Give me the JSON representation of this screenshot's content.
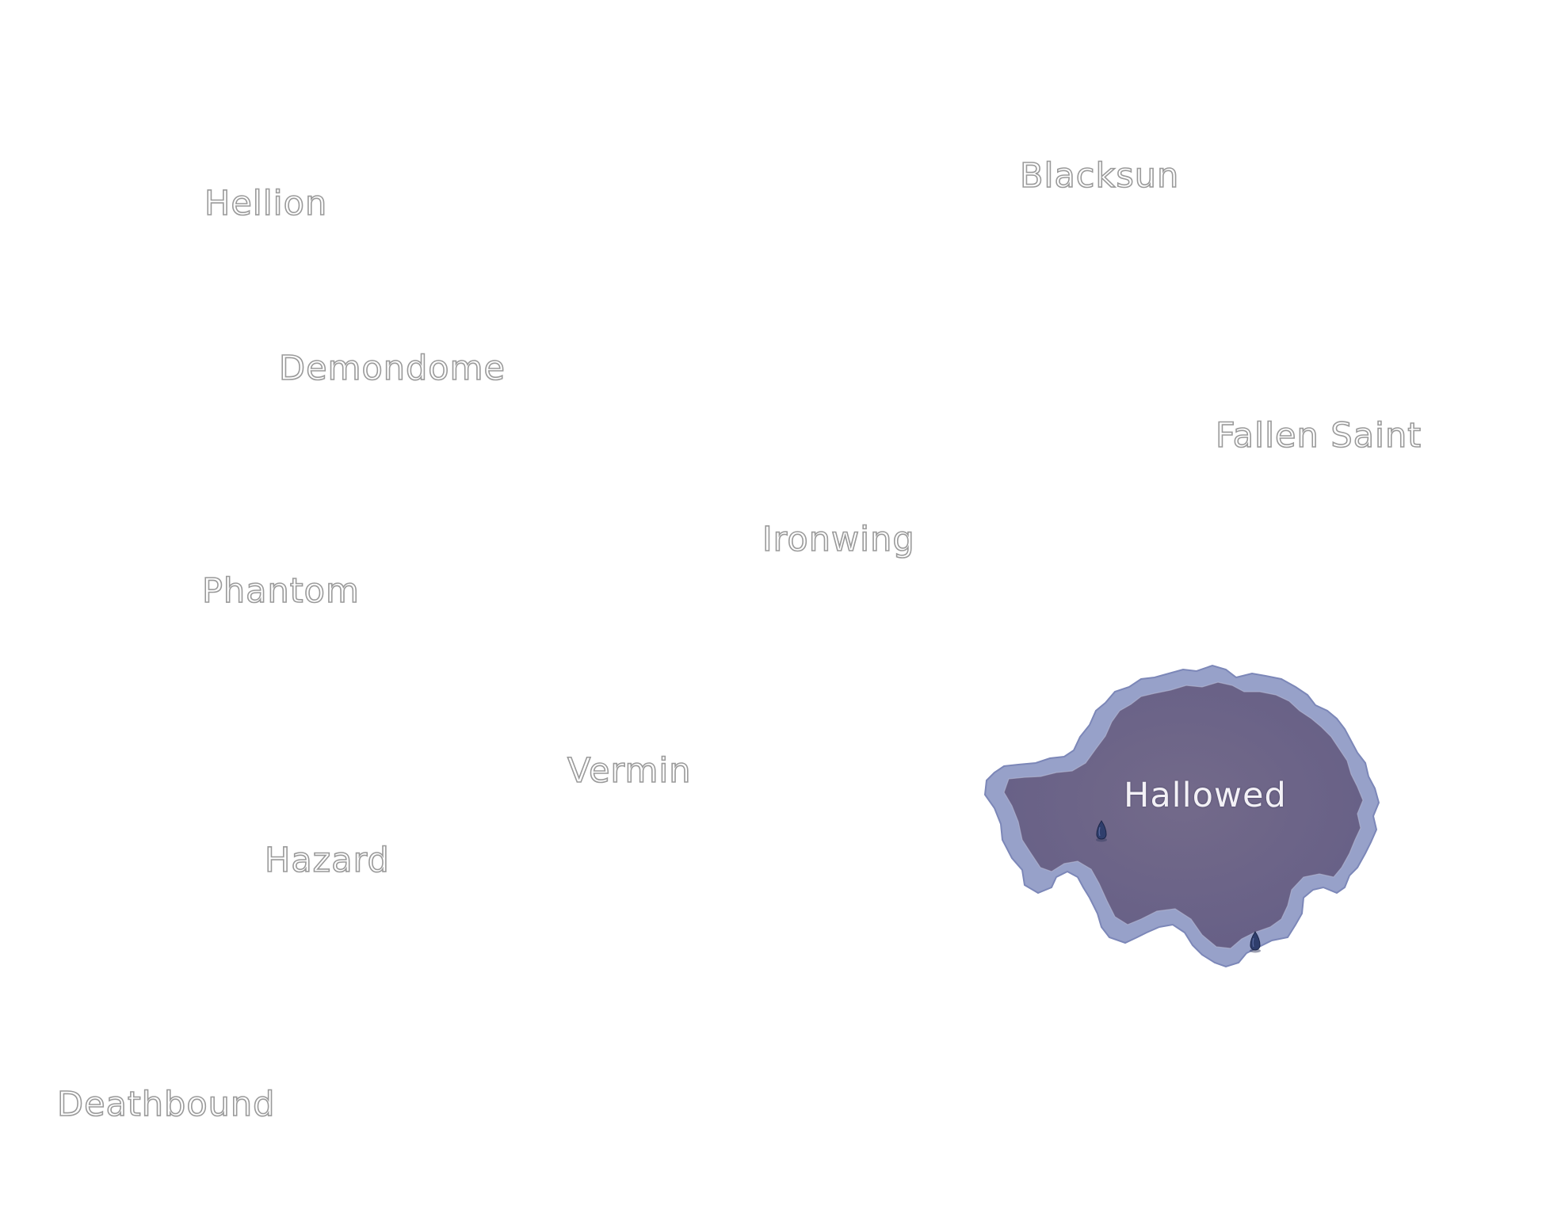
{
  "map": {
    "regions": [
      {
        "id": "hellion",
        "label": "Hellion"
      },
      {
        "id": "blacksun",
        "label": "Blacksun"
      },
      {
        "id": "demondome",
        "label": "Demondome"
      },
      {
        "id": "fallen-saint",
        "label": "Fallen Saint"
      },
      {
        "id": "ironwing",
        "label": "Ironwing"
      },
      {
        "id": "phantom",
        "label": "Phantom"
      },
      {
        "id": "vermin",
        "label": "Vermin"
      },
      {
        "id": "hazard",
        "label": "Hazard"
      },
      {
        "id": "deathbound",
        "label": "Deathbound"
      }
    ],
    "controlled_region": {
      "id": "hallowed",
      "label": "Hallowed"
    },
    "markers": [
      {
        "name": "pin-icon"
      },
      {
        "name": "pin-icon"
      }
    ]
  },
  "colors": {
    "territory_fill": "#6e6a8e",
    "territory_border": "#8c95c4",
    "label_outline": "#9a9a9a",
    "marker": "#2f3e6c"
  }
}
